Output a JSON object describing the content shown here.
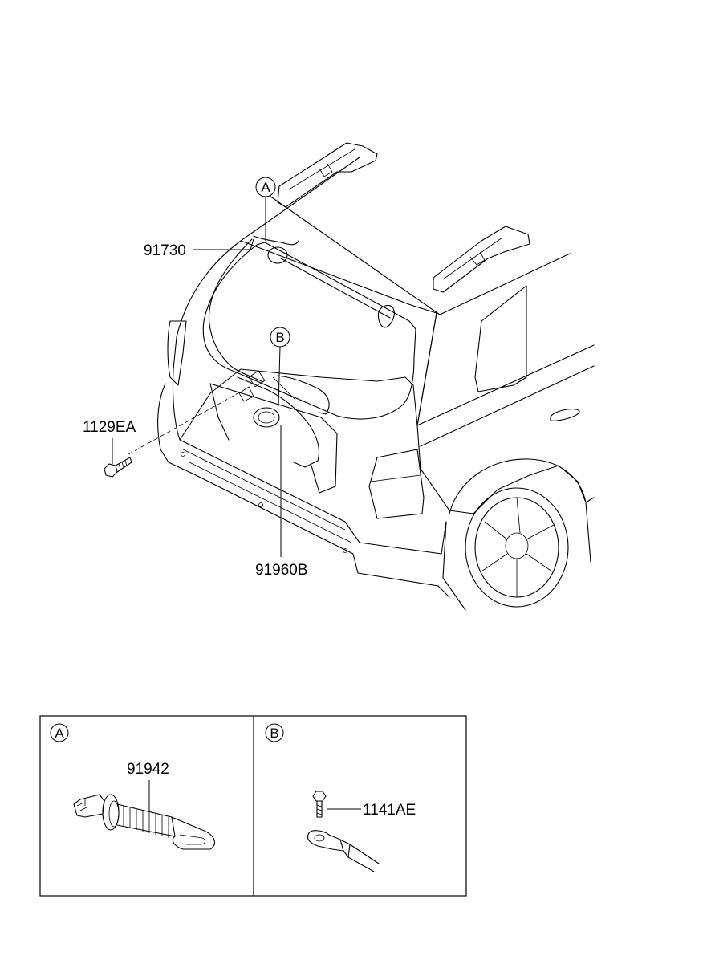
{
  "callouts": {
    "ref_a": "A",
    "ref_b": "B",
    "part_91730": "91730",
    "part_1129ea": "1129EA",
    "part_91960b": "91960B"
  },
  "detail_a": {
    "ref": "A",
    "part": "91942"
  },
  "detail_b": {
    "ref": "B",
    "part": "1141AE"
  }
}
